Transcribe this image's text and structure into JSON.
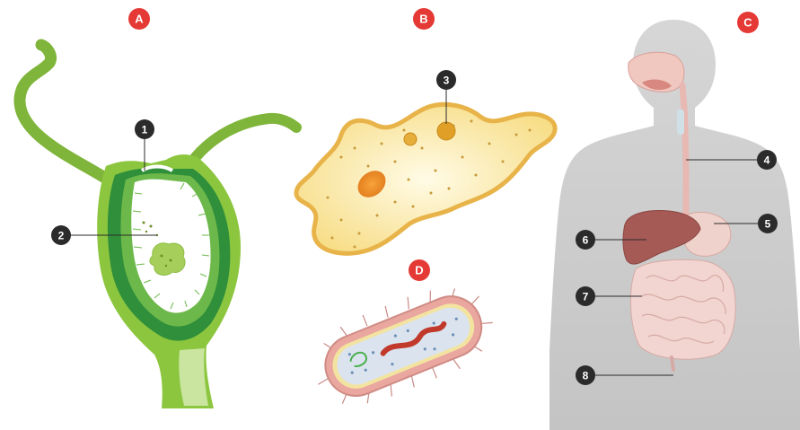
{
  "panels": {
    "a": {
      "letter": "A"
    },
    "b": {
      "letter": "B"
    },
    "c": {
      "letter": "C"
    },
    "d": {
      "letter": "D"
    }
  },
  "labels": {
    "l1": "1",
    "l2": "2",
    "l3": "3",
    "l4": "4",
    "l5": "5",
    "l6": "6",
    "l7": "7",
    "l8": "8"
  },
  "colors": {
    "badge": "#e53935",
    "marker": "#2b2b2b",
    "hydra_green": "#7fb53a",
    "hydra_dark": "#2e7d32",
    "amoeba_fill": "#fbeaa6",
    "amoeba_border": "#e8b44a",
    "body_silhouette": "#cfcfcf",
    "liver": "#a65a55",
    "intestine": "#f2d4d0",
    "bacterium_wall": "#e9a7a0"
  },
  "icons": [
    "hydra-illustration",
    "amoeba-illustration",
    "bacterium-illustration",
    "human-digestive-system-illustration"
  ]
}
